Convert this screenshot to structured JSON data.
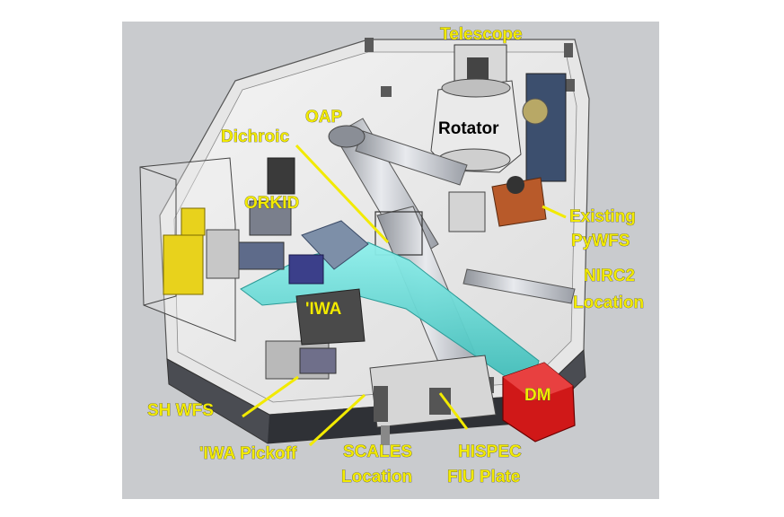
{
  "labels": {
    "telescope": "Telescope",
    "rotator": "Rotator",
    "oap": "OAP",
    "dichroic": "Dichroic",
    "orkid": "ORKID",
    "existing": "Existing",
    "pywfs": "PyWFS",
    "nirc2": "NIRC2",
    "nirc2_location": "Location",
    "iwa": "'IWA",
    "sh_wfs": "SH WFS",
    "iwa_pickoff": "'IWA Pickoff",
    "scales": "SCALES",
    "scales_location": "Location",
    "hispec": "HISPEC",
    "fiu_plate": "FIU Plate",
    "dm": "DM"
  },
  "colors": {
    "label": "#f2ea00",
    "label_dark": "#000000",
    "background": "#c9cbce",
    "beam": "#5fd7d2",
    "dm": "#d01818"
  }
}
